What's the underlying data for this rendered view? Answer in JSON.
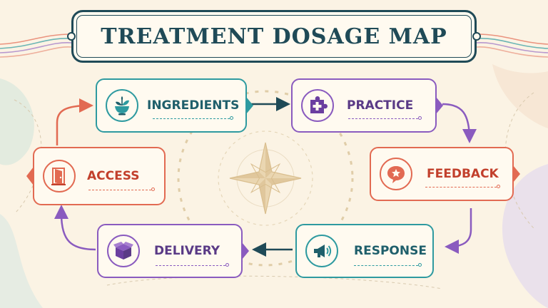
{
  "title": "TREATMENT DOSAGE MAP",
  "steps": [
    {
      "id": "ingredients",
      "label": "INGREDIENTS",
      "icon": "mortar-pestle-leaf-icon",
      "color": "#2e9aa0",
      "text_color": "#1f5f6b"
    },
    {
      "id": "practice",
      "label": "PRACTICE",
      "icon": "puzzle-plus-icon",
      "color": "#8a5bbf",
      "text_color": "#5a3a86"
    },
    {
      "id": "feedback",
      "label": "FEEDBACK",
      "icon": "speech-bubble-star-icon",
      "color": "#e26a52",
      "text_color": "#c2402c"
    },
    {
      "id": "response",
      "label": "RESPONSE",
      "icon": "megaphone-icon",
      "color": "#2e9aa0",
      "text_color": "#1f5f6b"
    },
    {
      "id": "delivery",
      "label": "DELIVERY",
      "icon": "box-icon",
      "color": "#8a5bbf",
      "text_color": "#5a3a86"
    },
    {
      "id": "access",
      "label": "ACCESS",
      "icon": "door-icon",
      "color": "#e26a52",
      "text_color": "#c2402c"
    }
  ],
  "colors": {
    "navy": "#1f4a57",
    "teal": "#2e9aa0",
    "purple": "#8a5bbf",
    "coral": "#e26a52",
    "background": "#fbf3e4"
  }
}
